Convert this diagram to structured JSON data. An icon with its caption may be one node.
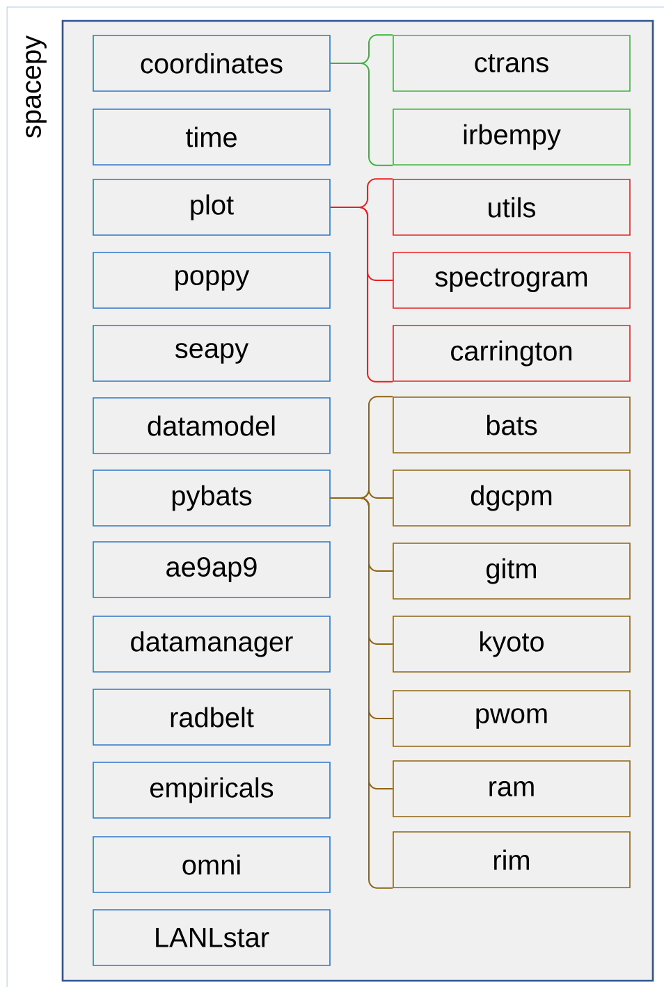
{
  "diagram": {
    "nodes": [
      {
        "text": [
          "spacepy"
        ]
      },
      {
        "text": [
          "coordinates"
        ],
        "in": 0
      },
      {
        "text": [
          "time"
        ],
        "in": 0
      },
      {
        "text": [
          "plot"
        ],
        "in": 0
      },
      {
        "text": [
          "poppy"
        ],
        "in": 0
      },
      {
        "text": [
          "seapy"
        ],
        "in": 0
      },
      {
        "text": [
          "datamodel"
        ],
        "in": 0
      },
      {
        "text": [
          "pybats"
        ],
        "in": 0
      },
      {
        "text": [
          "ae9ap9"
        ],
        "in": 0
      },
      {
        "text": [
          "datamanager"
        ],
        "in": 0
      },
      {
        "text": [
          "radbelt"
        ],
        "in": 0
      },
      {
        "text": [
          "empiricals"
        ],
        "in": 0
      },
      {
        "text": [
          "omni"
        ],
        "in": 0
      },
      {
        "text": [
          "LANLstar"
        ],
        "in": 0
      },
      {
        "text": [
          "ctrans"
        ],
        "in": 0
      },
      {
        "text": [
          "irbempy"
        ],
        "in": 0
      },
      {
        "text": [
          "utils"
        ],
        "in": 0
      },
      {
        "text": [
          "spectrogram"
        ],
        "in": 0
      },
      {
        "text": [
          "carrington"
        ],
        "in": 0
      },
      {
        "text": [
          "bats"
        ],
        "in": 0
      },
      {
        "text": [
          "dgcpm"
        ],
        "in": 0
      },
      {
        "text": [
          "gitm"
        ],
        "in": 0
      },
      {
        "text": [
          "kyoto"
        ],
        "in": 0
      },
      {
        "text": [
          "pwom"
        ],
        "in": 0
      },
      {
        "text": [
          "ram"
        ],
        "in": 0
      },
      {
        "text": [
          "rim"
        ],
        "in": 0
      }
    ],
    "edges": [
      {
        "from": 1,
        "to": 14,
        "arrow": "none",
        "color": "#3cb43c"
      },
      {
        "from": 1,
        "to": 15,
        "arrow": "none",
        "color": "#3cb43c"
      },
      {
        "from": 3,
        "to": 16,
        "arrow": "none",
        "color": "#e82020"
      },
      {
        "from": 3,
        "to": 17,
        "arrow": "none",
        "color": "#e82020"
      },
      {
        "from": 3,
        "to": 18,
        "arrow": "none",
        "color": "#e82020"
      },
      {
        "from": 7,
        "to": 19,
        "arrow": "none",
        "color": "#8c6414"
      },
      {
        "from": 7,
        "to": 20,
        "arrow": "none",
        "color": "#8c6414"
      },
      {
        "from": 7,
        "to": 21,
        "arrow": "none",
        "color": "#8c6414"
      },
      {
        "from": 7,
        "to": 22,
        "arrow": "none",
        "color": "#8c6414"
      },
      {
        "from": 7,
        "to": 23,
        "arrow": "none",
        "color": "#8c6414"
      },
      {
        "from": 7,
        "to": 24,
        "arrow": "none",
        "color": "#8c6414"
      },
      {
        "from": 7,
        "to": 25,
        "arrow": "none",
        "color": "#8c6414"
      }
    ]
  }
}
